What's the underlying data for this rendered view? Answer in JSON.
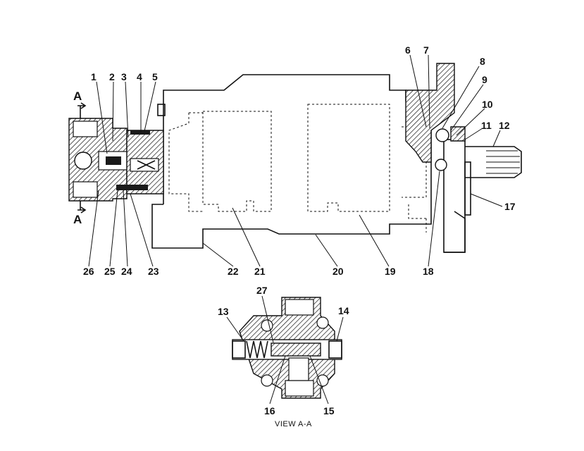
{
  "diagram": {
    "callouts": [
      "1",
      "2",
      "3",
      "4",
      "5",
      "6",
      "7",
      "8",
      "9",
      "10",
      "11",
      "12",
      "13",
      "14",
      "15",
      "16",
      "17",
      "18",
      "19",
      "20",
      "21",
      "22",
      "23",
      "24",
      "25",
      "26",
      "27"
    ],
    "section_marker": "A",
    "view_caption": "VIEW  A-A"
  }
}
